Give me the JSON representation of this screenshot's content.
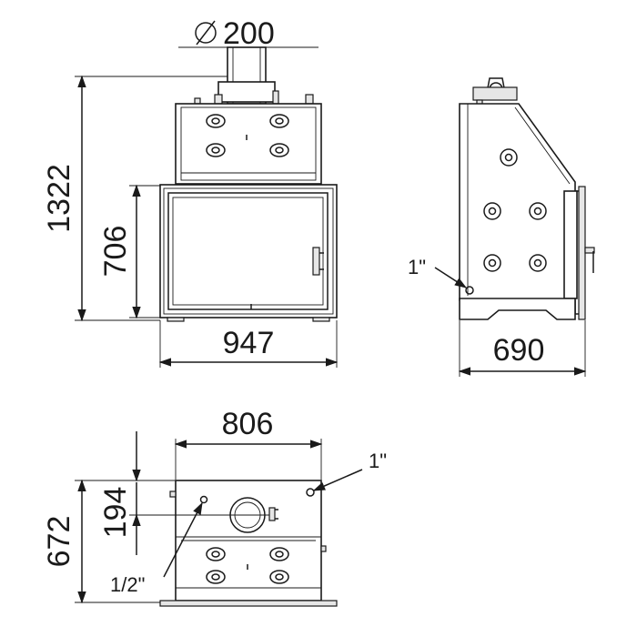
{
  "dimensions": {
    "diameter_symbol": "⌀",
    "flue_diameter": "200",
    "total_height": "1322",
    "door_height": "706",
    "front_width": "947",
    "side_depth": "690",
    "top_width": "806",
    "top_offset": "194",
    "top_depth": "672"
  },
  "connections": {
    "side_pipe": "1\"",
    "top_pipe_large": "1\"",
    "top_pipe_small": "1/2\""
  },
  "colors": {
    "line": "#1a1a1a",
    "background": "#ffffff"
  }
}
